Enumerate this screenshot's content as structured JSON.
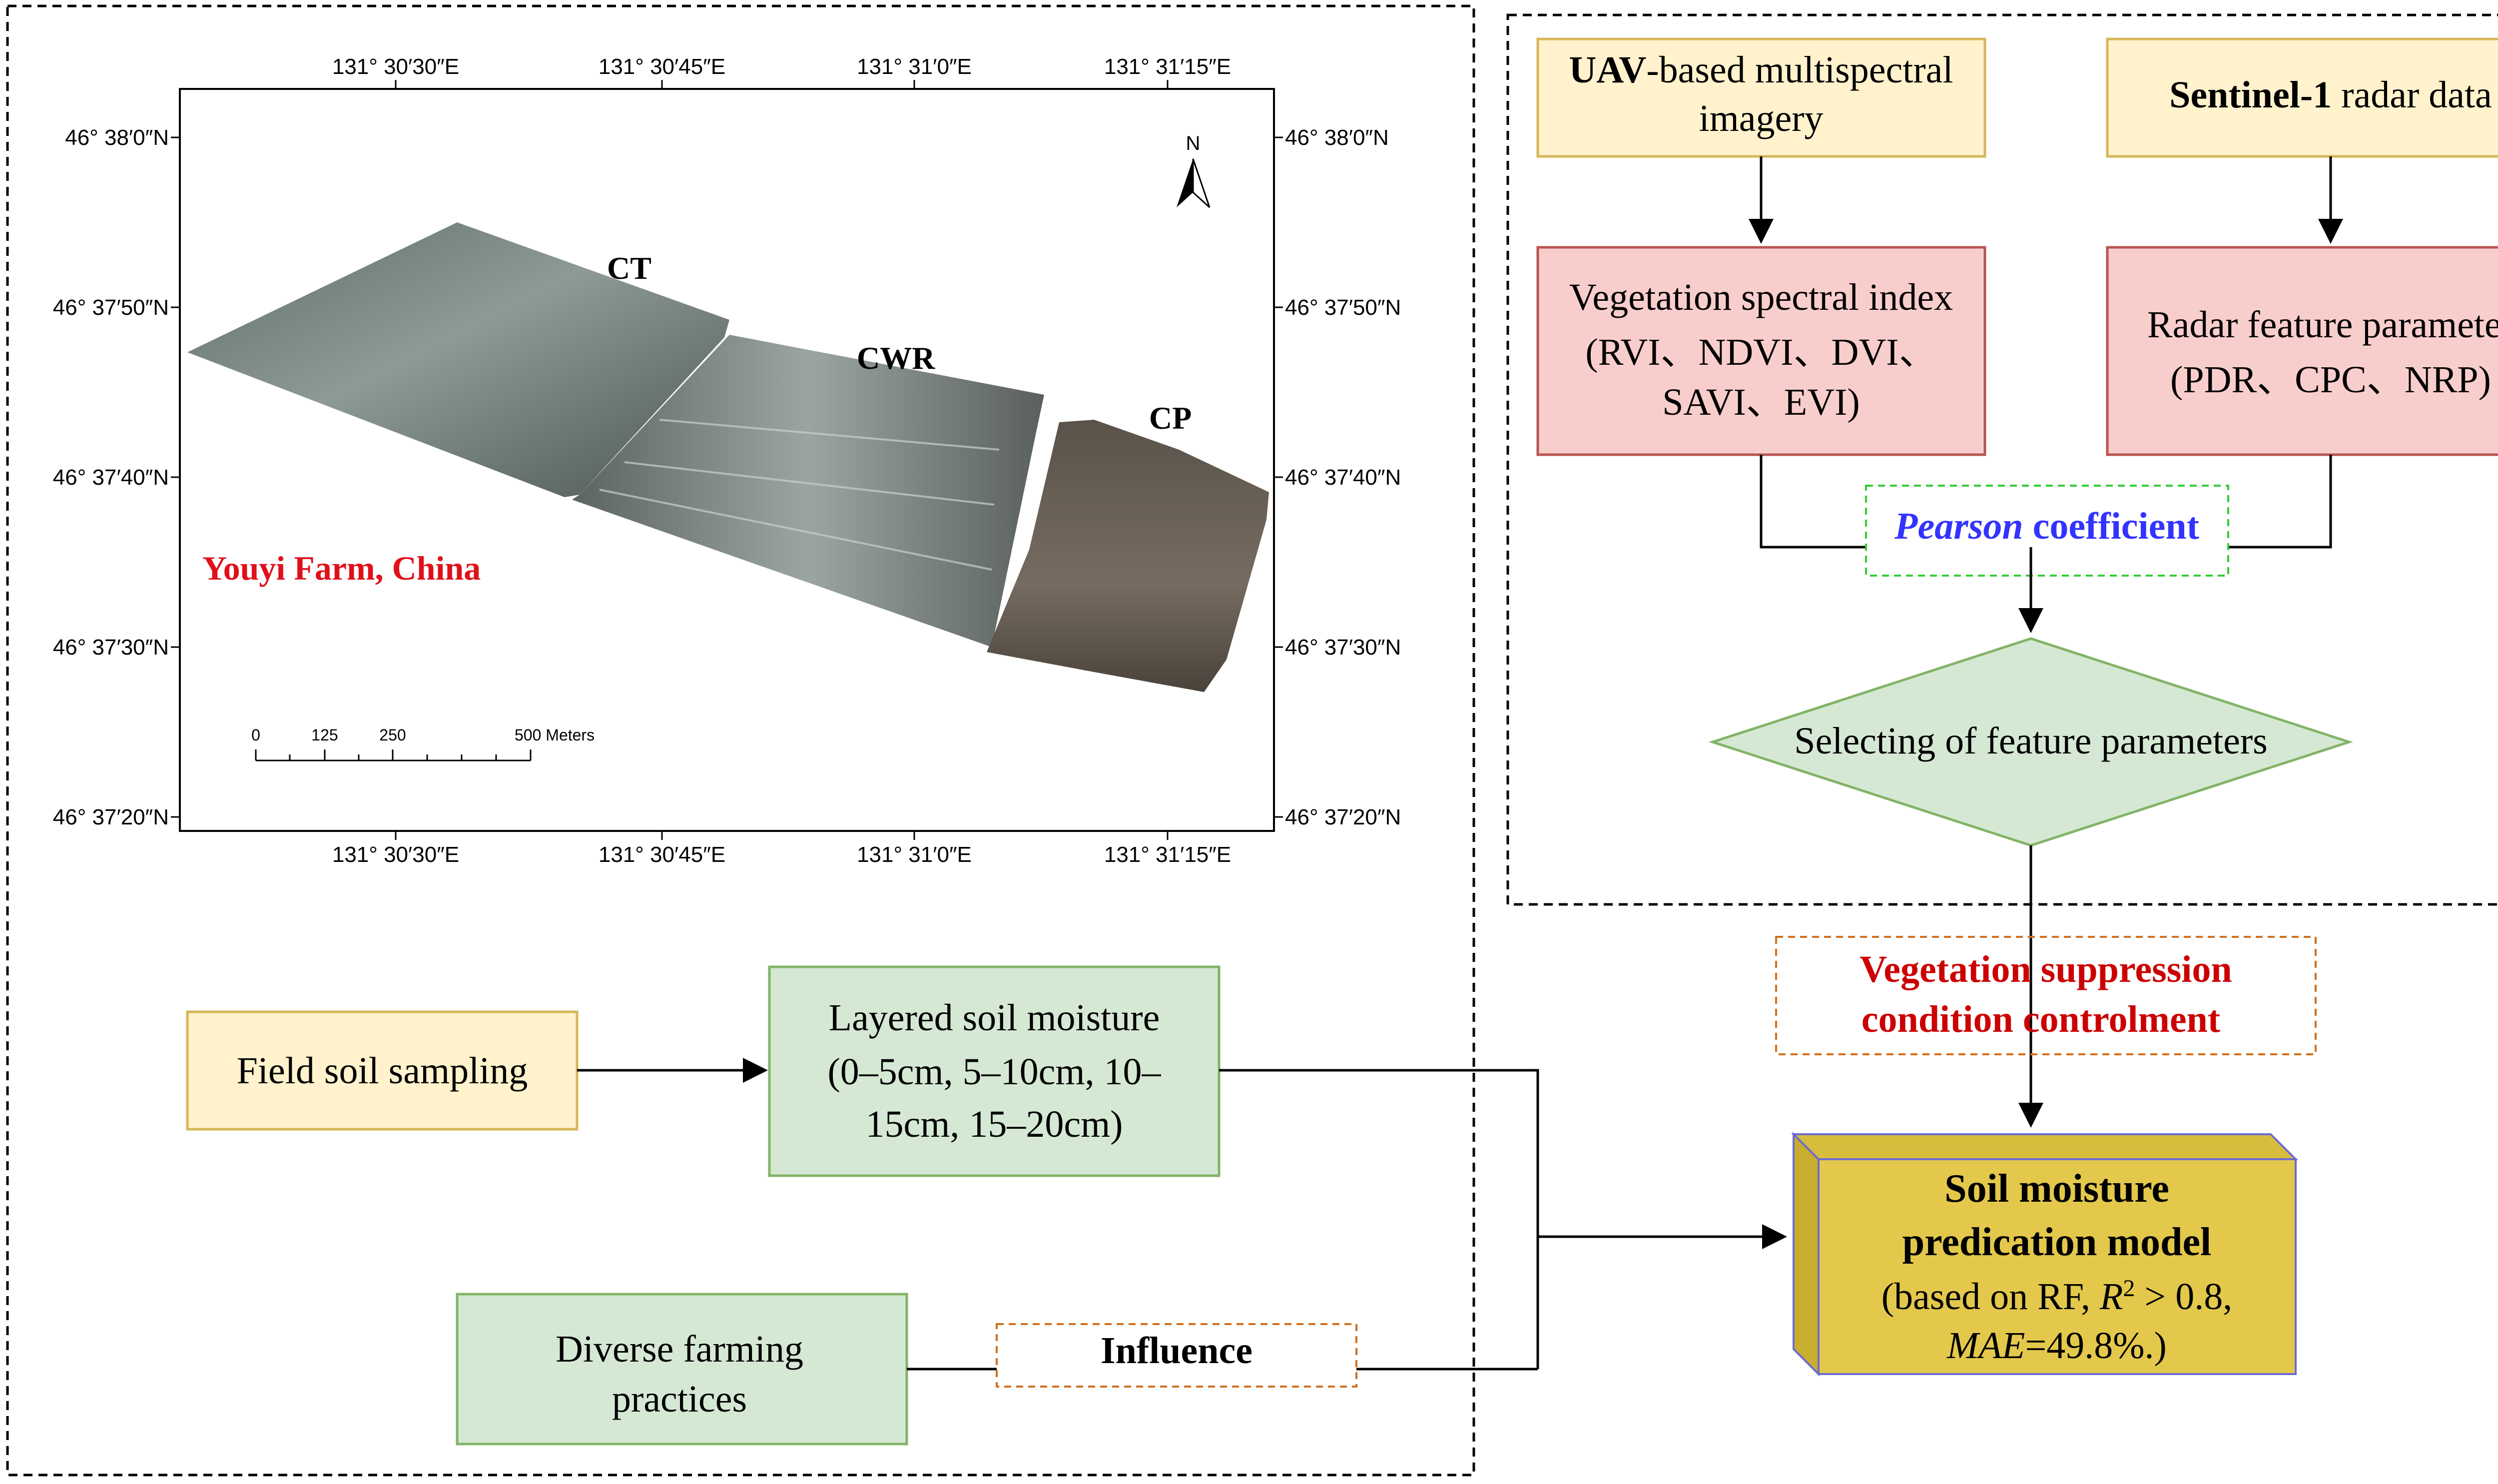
{
  "map": {
    "top_lon_labels": [
      "131°  30′30″E",
      "131°  30′45″E",
      "131°  31′0″E",
      "131°  31′15″E"
    ],
    "bottom_lon_labels": [
      "131°  30′30″E",
      "131°  30′45″E",
      "131°  31′0″E",
      "131°  31′15″E"
    ],
    "left_lat_labels": [
      "46°  38′0″N",
      "46°  37′50″N",
      "46°  37′40″N",
      "46°  37′30″N",
      "46°  37′20″N"
    ],
    "right_lat_labels": [
      "46°  38′0″N",
      "46°  37′50″N",
      "46°  37′40″N",
      "46°  37′30″N",
      "46°  37′20″N"
    ],
    "field_labels": {
      "ct": "CT",
      "cwr": "CWR",
      "cp": "CP"
    },
    "farm_label": "Youyi Farm, China",
    "north_label": "N",
    "scale_labels": [
      "0",
      "125",
      "250",
      "500 Meters"
    ],
    "colors": {
      "farm_label": "#e0101a"
    }
  },
  "flow": {
    "uav_bold": "UAV",
    "uav_rest": "-based multispectral",
    "uav_line2": "imagery",
    "sentinel_bold": "Sentinel-1",
    "sentinel_rest": " radar data",
    "veg_line1": "Vegetation spectral index",
    "veg_line2": "(RVI、NDVI、DVI、",
    "veg_line3": "SAVI、EVI)",
    "radar_line1": "Radar feature parameter",
    "radar_line2": "(PDR、CPC、NRP)",
    "pearson_italic": "Pearson",
    "pearson_rest": " coefficient",
    "selecting": "Selecting of feature parameters",
    "vegsup_line1": "Vegetation suppression",
    "vegsup_line2": "condition controlment",
    "field_sampling": "Field soil sampling",
    "layered_line1": "Layered soil moisture",
    "layered_line2": "(0–5cm, 5–10cm, 10–",
    "layered_line3": "15cm, 15–20cm)",
    "diverse_line1": "Diverse farming",
    "diverse_line2": "practices",
    "influence": "Influence",
    "model_line1": "Soil moisture",
    "model_line2": "predication model",
    "model_line3a": "(based on RF, ",
    "model_r": "R",
    "model_sup": "2",
    "model_line3b": " > 0.8,",
    "model_mae": "MAE",
    "model_line4b": "=49.8%.)",
    "colors": {
      "yellow_box": "#fff2cc",
      "yellow_border": "#d6b656",
      "red_box": "#f8cecc",
      "red_border": "#b85450",
      "green_box": "#d5e8d4",
      "green_border": "#82b366",
      "pearson_text": "#3333ff",
      "pearson_border": "#33cc33",
      "vegsup_text": "#cc0000",
      "vegsup_border": "#d07020",
      "model_front": "#e3c84b",
      "model_side": "#c9ad2e",
      "model_border": "#6c6cd0"
    }
  }
}
